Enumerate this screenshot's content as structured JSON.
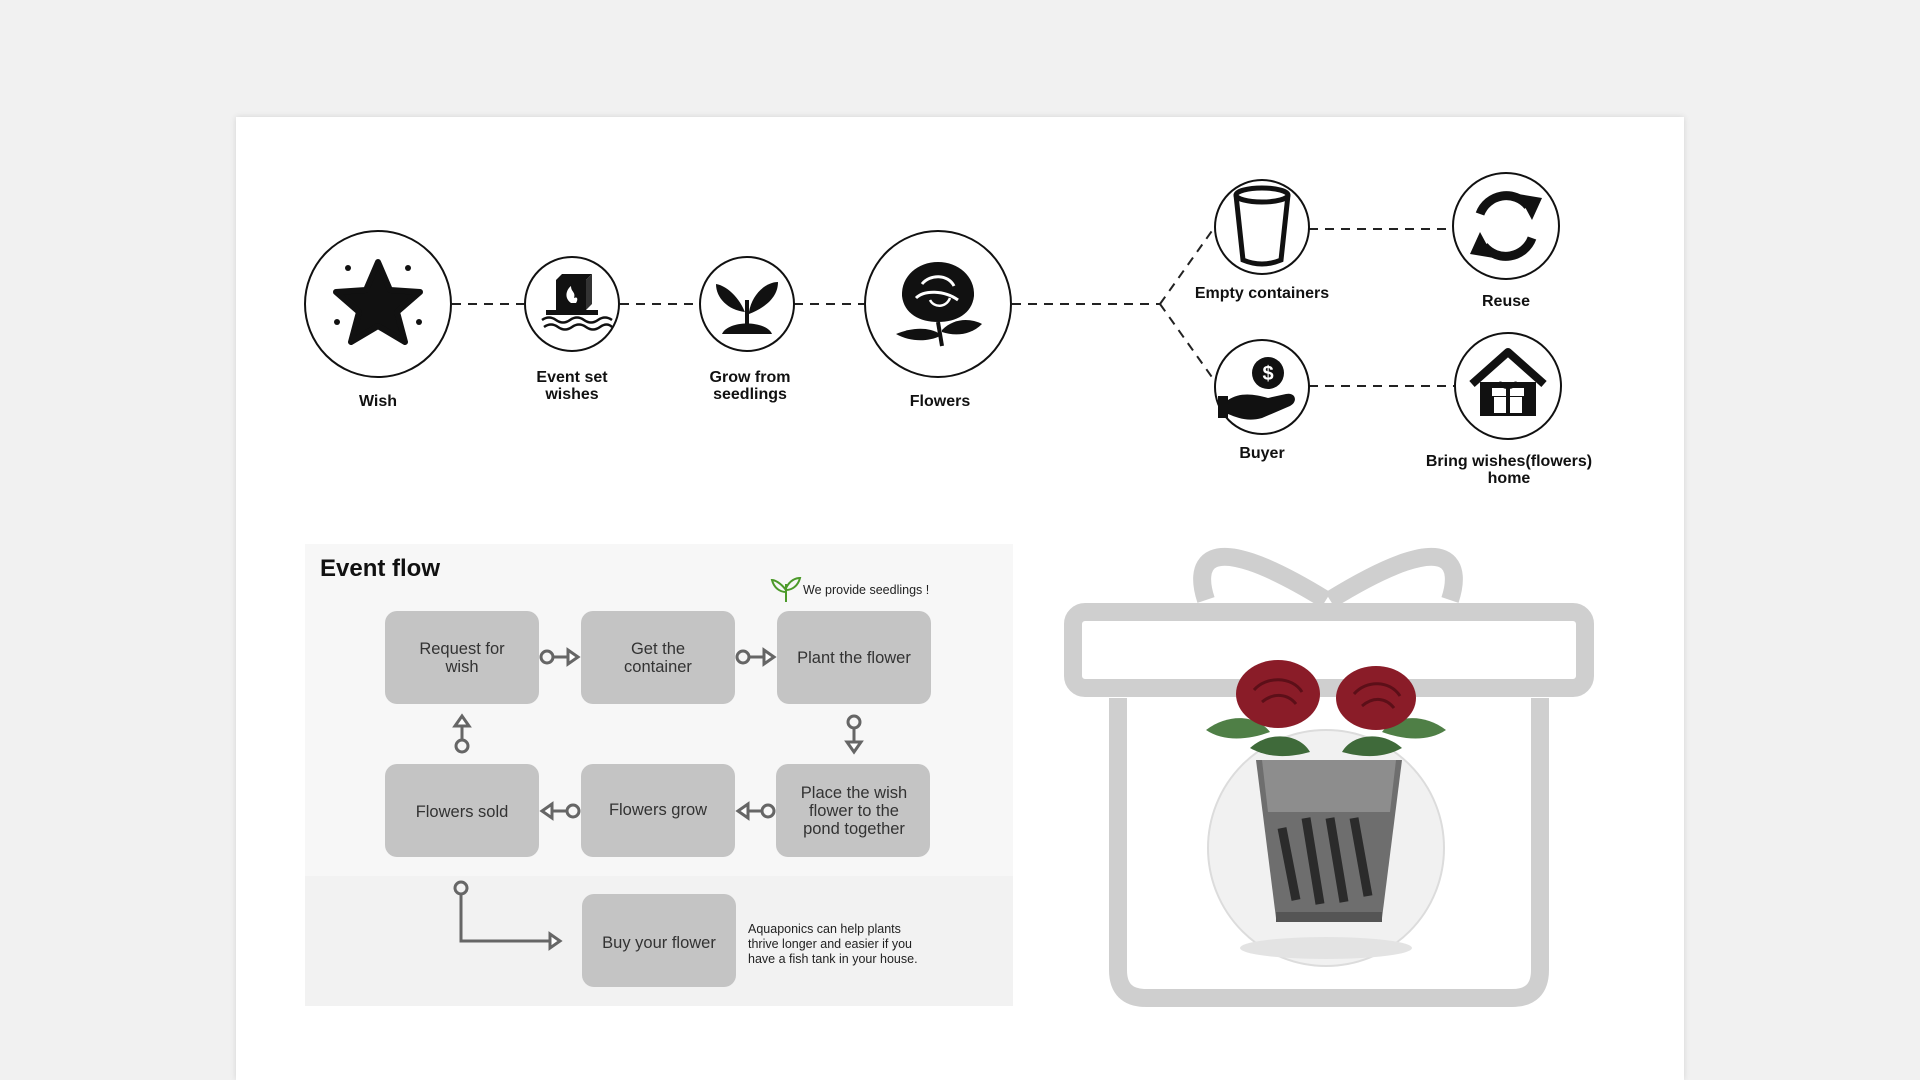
{
  "process": {
    "nodes": [
      {
        "id": "wish",
        "label_lines": [
          "Wish"
        ],
        "icon": "star-icon"
      },
      {
        "id": "event",
        "label_lines": [
          "Event set",
          "wishes"
        ],
        "icon": "floating-lantern-icon"
      },
      {
        "id": "grow",
        "label_lines": [
          "Grow from",
          "seedlings"
        ],
        "icon": "sprout-icon"
      },
      {
        "id": "flowers",
        "label_lines": [
          "Flowers"
        ],
        "icon": "rose-icon"
      },
      {
        "id": "empty",
        "label_lines": [
          "Empty containers"
        ],
        "icon": "cup-icon"
      },
      {
        "id": "reuse",
        "label_lines": [
          "Reuse"
        ],
        "icon": "recycle-arrows-icon"
      },
      {
        "id": "buyer",
        "label_lines": [
          "Buyer"
        ],
        "icon": "hand-coin-icon"
      },
      {
        "id": "home",
        "label_lines": [
          "Bring wishes(flowers)",
          "home"
        ],
        "icon": "house-gift-icon"
      }
    ]
  },
  "event_flow": {
    "title": "Event flow",
    "seedlings_note": "We provide seedlings !",
    "boxes": [
      {
        "id": "request",
        "lines": [
          "Request for",
          "wish"
        ]
      },
      {
        "id": "container",
        "lines": [
          "Get the",
          "container"
        ]
      },
      {
        "id": "plant",
        "lines": [
          "Plant the flower"
        ]
      },
      {
        "id": "place",
        "lines": [
          "Place the wish",
          "flower to the",
          "pond together"
        ]
      },
      {
        "id": "grow",
        "lines": [
          "Flowers grow"
        ]
      },
      {
        "id": "sold",
        "lines": [
          "Flowers sold"
        ]
      },
      {
        "id": "buy",
        "lines": [
          "Buy your flower"
        ]
      }
    ],
    "aquaponics_note": [
      "Aquaponics can help plants",
      "thrive longer and easier if you",
      "have a fish tank in your house."
    ]
  },
  "illustration": {
    "icon": "gift-box-icon",
    "product": "rose-pot-fishbowl"
  },
  "colors": {
    "box": "#c4c4c4",
    "panel": "#f7f7f7",
    "gift_outline": "#cfcfcf",
    "icon": "#111111",
    "arrow": "#666666"
  }
}
